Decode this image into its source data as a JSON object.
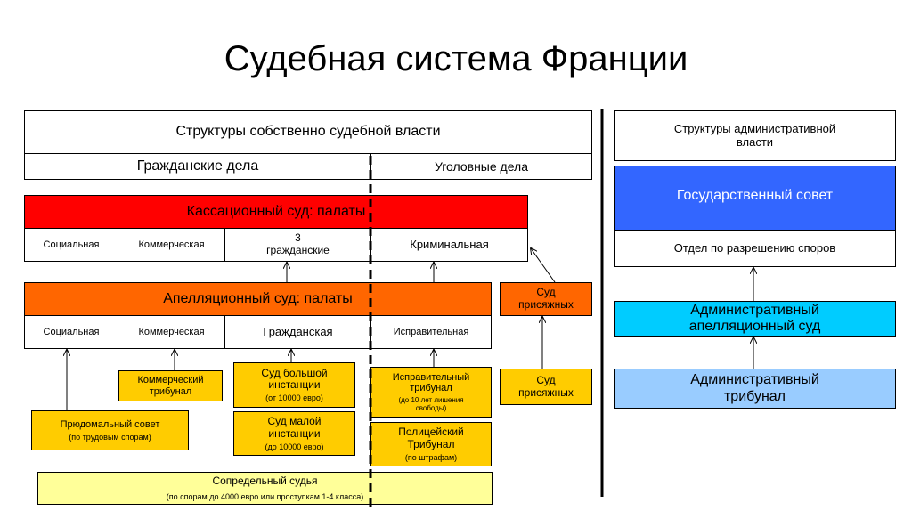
{
  "title": "Судебная система Франции",
  "judicial": {
    "header": "Структуры собственно судебной власти",
    "civil": "Гражданские дела",
    "criminal": "Уголовные дела"
  },
  "cassation": {
    "title": "Кассационный суд: палаты",
    "chambers": [
      "Социальная",
      "Коммерческая",
      "3 гражданские",
      "Криминальная"
    ]
  },
  "appeal": {
    "title": "Апелляционный суд: палаты",
    "chambers": [
      "Социальная",
      "Коммерческая",
      "Гражданская",
      "Исправительная"
    ]
  },
  "assize_top": "Суд присяжных",
  "first_instance": {
    "commercial": "Коммерческий трибунал",
    "high_court": "Суд большой инстанции",
    "high_court_note": "(от 10000 евро)",
    "district_court": "Суд малой инстанции",
    "district_court_note": "(до 10000 евро)",
    "correctional": "Исправительный трибунал",
    "correctional_note": "(до 10 лет лишения свободы)",
    "police": "Полицейский Трибунал",
    "police_note": "(по штрафам)",
    "assize": "Суд присяжных",
    "labor": "Прюдомальный совет",
    "labor_note": "(по трудовым спорам)",
    "proximity": "Сопредельный судья",
    "proximity_note": "(по спорам до 4000 евро или проступкам 1-4 класса)"
  },
  "administrative": {
    "header": "Структуры административной власти",
    "council": "Государственный совет",
    "disputes": "Отдел по разрешению споров",
    "appeal": "Административный апелляционный суд",
    "tribunal": "Административный трибунал"
  },
  "colors": {
    "cassation": "#ff0000",
    "appeal": "#ff6600",
    "first_instance": "#ffcc00",
    "proximity": "#ffff99",
    "state_council": "#3366ff",
    "admin_appeal": "#00ccff",
    "admin_tribunal": "#99ccff"
  }
}
